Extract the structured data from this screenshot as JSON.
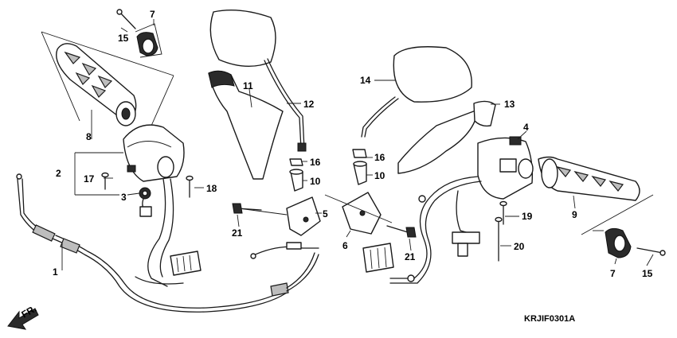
{
  "diagram": {
    "part_labels": [
      "1",
      "2",
      "3",
      "4",
      "5",
      "6",
      "7",
      "8",
      "9",
      "10",
      "11",
      "12",
      "13",
      "14",
      "15",
      "16",
      "17",
      "18",
      "19",
      "20",
      "21"
    ],
    "labels": {
      "p1": "1",
      "p2": "2",
      "p3": "3",
      "p4": "4",
      "p5": "5",
      "p6": "6",
      "p7a": "7",
      "p7b": "7",
      "p8": "8",
      "p9": "9",
      "p10a": "10",
      "p10b": "10",
      "p11": "11",
      "p12": "12",
      "p13": "13",
      "p14": "14",
      "p15a": "15",
      "p15b": "15",
      "p16a": "16",
      "p16b": "16",
      "p17": "17",
      "p18": "18",
      "p19": "19",
      "p20": "20",
      "p21a": "21",
      "p21b": "21"
    },
    "front_arrow_label": "FR.",
    "drawing_code": "KRJIF0301A"
  }
}
